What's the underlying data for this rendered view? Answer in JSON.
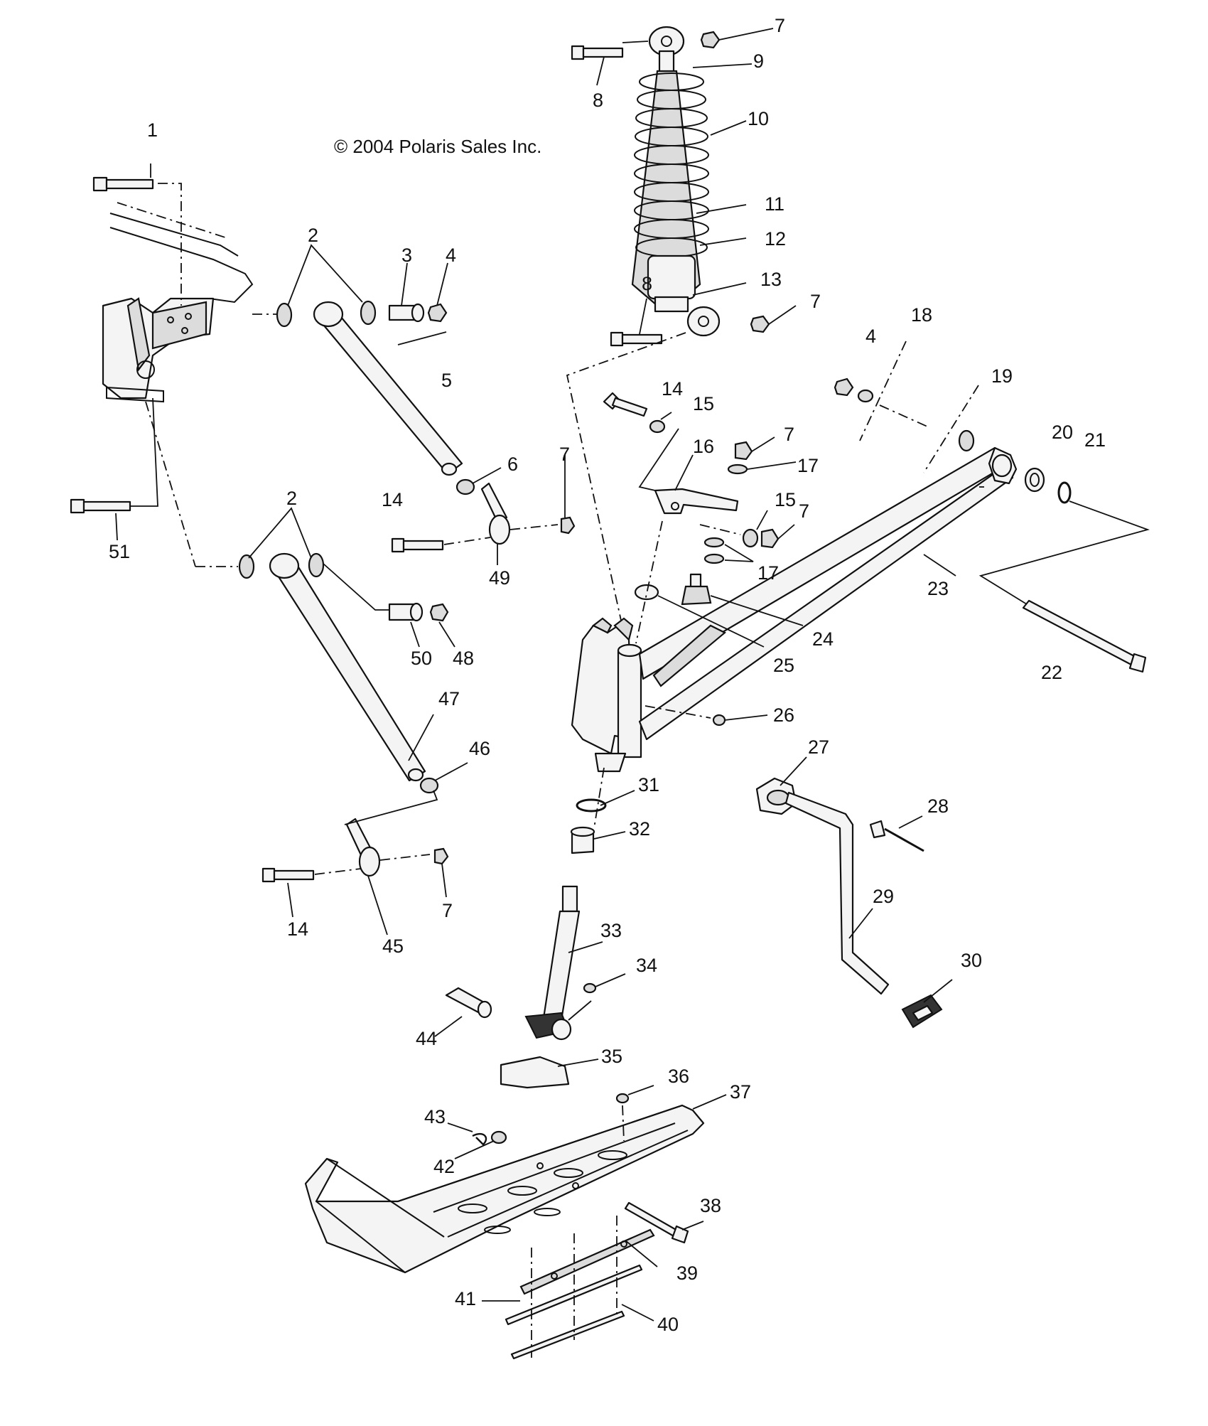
{
  "copyright": "© 2004 Polaris Sales Inc.",
  "callouts": [
    {
      "id": "c1",
      "text": "1"
    },
    {
      "id": "c2a",
      "text": "2"
    },
    {
      "id": "c2b",
      "text": "2"
    },
    {
      "id": "c3",
      "text": "3"
    },
    {
      "id": "c4a",
      "text": "4"
    },
    {
      "id": "c4b",
      "text": "4"
    },
    {
      "id": "c5",
      "text": "5"
    },
    {
      "id": "c6",
      "text": "6"
    },
    {
      "id": "c7a",
      "text": "7"
    },
    {
      "id": "c7b",
      "text": "7"
    },
    {
      "id": "c7c",
      "text": "7"
    },
    {
      "id": "c7d",
      "text": "7"
    },
    {
      "id": "c7e",
      "text": "7"
    },
    {
      "id": "c7f",
      "text": "7"
    },
    {
      "id": "c8a",
      "text": "8"
    },
    {
      "id": "c8b",
      "text": "8"
    },
    {
      "id": "c9",
      "text": "9"
    },
    {
      "id": "c10",
      "text": "10"
    },
    {
      "id": "c11",
      "text": "11"
    },
    {
      "id": "c12",
      "text": "12"
    },
    {
      "id": "c13",
      "text": "13"
    },
    {
      "id": "c14a",
      "text": "14"
    },
    {
      "id": "c14b",
      "text": "14"
    },
    {
      "id": "c14c",
      "text": "14"
    },
    {
      "id": "c15a",
      "text": "15"
    },
    {
      "id": "c15b",
      "text": "15"
    },
    {
      "id": "c16",
      "text": "16"
    },
    {
      "id": "c17a",
      "text": "17"
    },
    {
      "id": "c17b",
      "text": "17"
    },
    {
      "id": "c18",
      "text": "18"
    },
    {
      "id": "c19",
      "text": "19"
    },
    {
      "id": "c20",
      "text": "20"
    },
    {
      "id": "c21",
      "text": "21"
    },
    {
      "id": "c22",
      "text": "22"
    },
    {
      "id": "c23",
      "text": "23"
    },
    {
      "id": "c24",
      "text": "24"
    },
    {
      "id": "c25",
      "text": "25"
    },
    {
      "id": "c26",
      "text": "26"
    },
    {
      "id": "c27",
      "text": "27"
    },
    {
      "id": "c28",
      "text": "28"
    },
    {
      "id": "c29",
      "text": "29"
    },
    {
      "id": "c30",
      "text": "30"
    },
    {
      "id": "c31",
      "text": "31"
    },
    {
      "id": "c32",
      "text": "32"
    },
    {
      "id": "c33",
      "text": "33"
    },
    {
      "id": "c34",
      "text": "34"
    },
    {
      "id": "c35",
      "text": "35"
    },
    {
      "id": "c36",
      "text": "36"
    },
    {
      "id": "c37",
      "text": "37"
    },
    {
      "id": "c38",
      "text": "38"
    },
    {
      "id": "c39",
      "text": "39"
    },
    {
      "id": "c40",
      "text": "40"
    },
    {
      "id": "c41",
      "text": "41"
    },
    {
      "id": "c42",
      "text": "42"
    },
    {
      "id": "c43",
      "text": "43"
    },
    {
      "id": "c44",
      "text": "44"
    },
    {
      "id": "c45",
      "text": "45"
    },
    {
      "id": "c46",
      "text": "46"
    },
    {
      "id": "c47",
      "text": "47"
    },
    {
      "id": "c48",
      "text": "48"
    },
    {
      "id": "c49",
      "text": "49"
    },
    {
      "id": "c50",
      "text": "50"
    },
    {
      "id": "c51",
      "text": "51"
    }
  ]
}
